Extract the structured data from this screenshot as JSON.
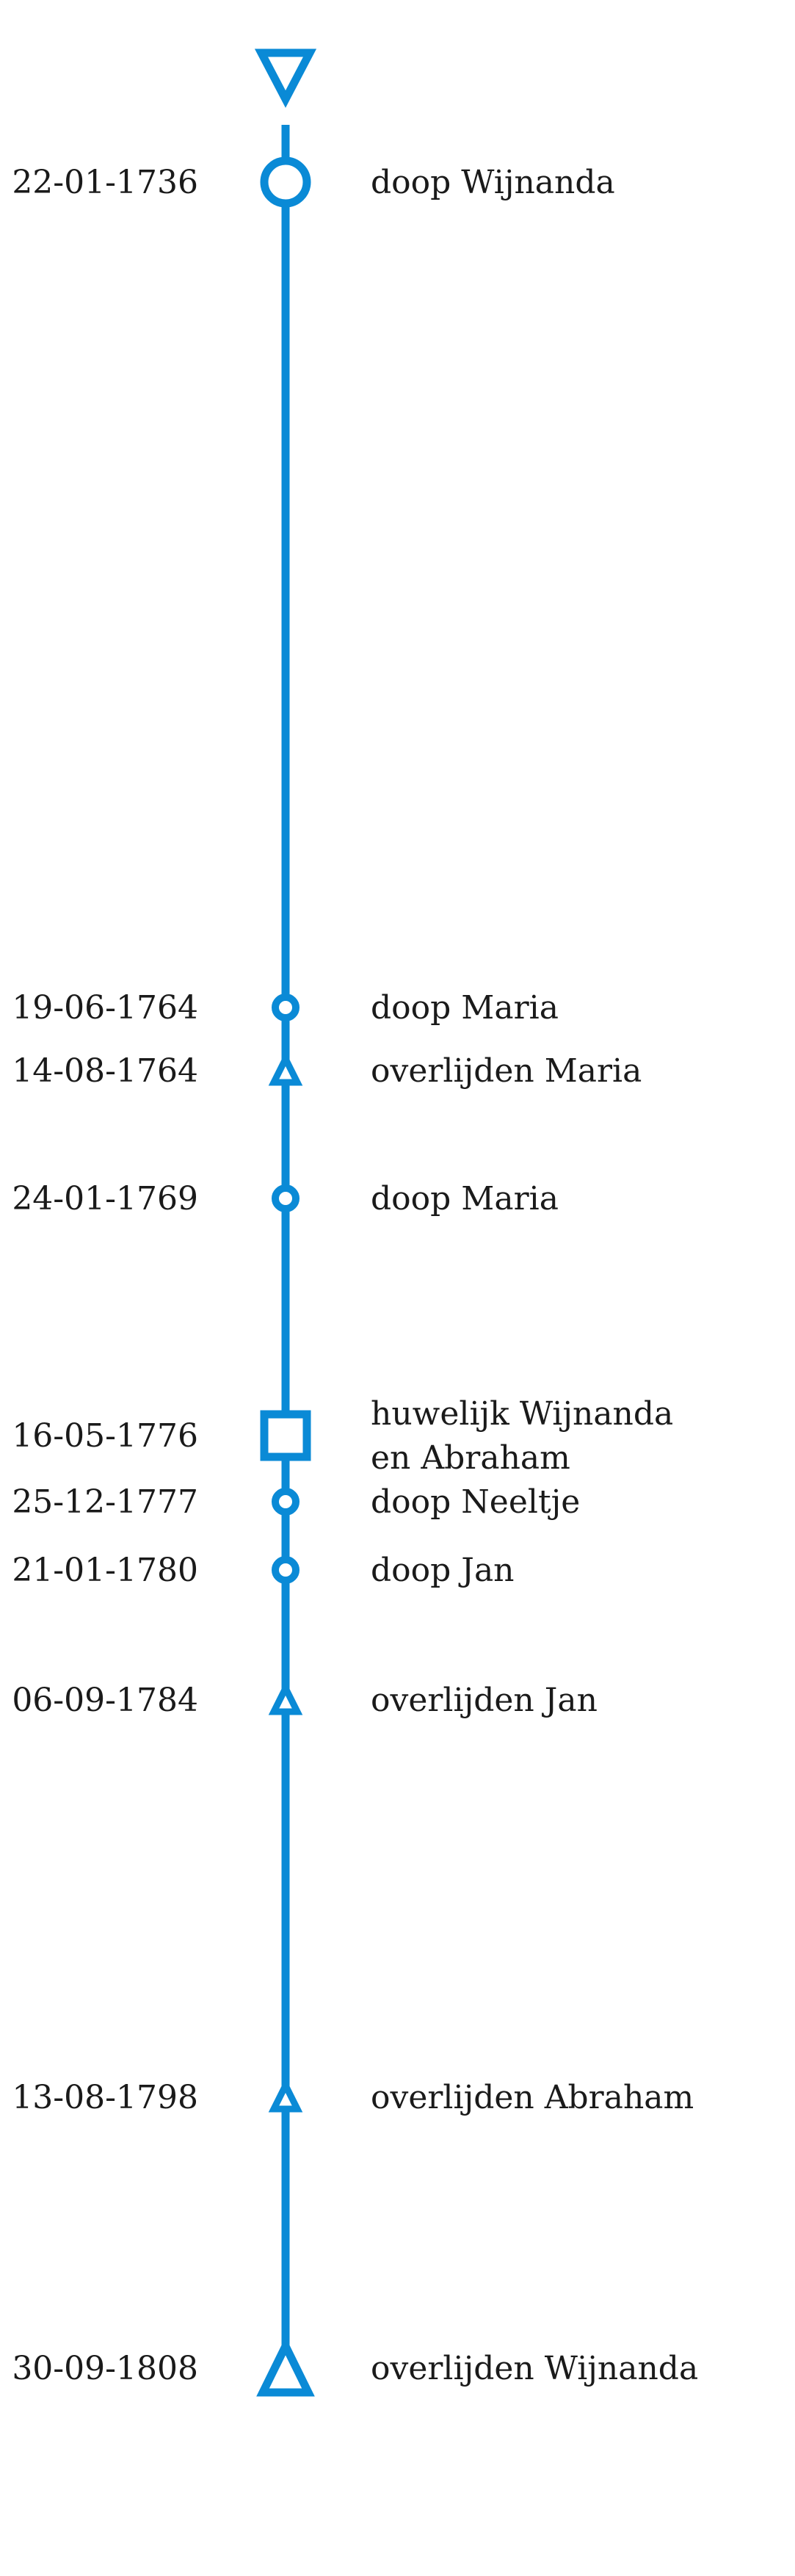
{
  "colors": {
    "accent": "#0a8ad6",
    "text": "#1a1a1a",
    "background": "#ffffff"
  },
  "start_marker": "triangle-down-icon",
  "events": [
    {
      "date": "22-01-1736",
      "label": [
        "doop Wijnanda"
      ],
      "marker": "circle-large"
    },
    {
      "date": "19-06-1764",
      "label": [
        "doop Maria"
      ],
      "marker": "circle-small"
    },
    {
      "date": "14-08-1764",
      "label": [
        "overlijden Maria"
      ],
      "marker": "triangle-small"
    },
    {
      "date": "24-01-1769",
      "label": [
        "doop Maria"
      ],
      "marker": "circle-small"
    },
    {
      "date": "16-05-1776",
      "label": [
        "huwelijk Wijnanda",
        "en Abraham"
      ],
      "marker": "square"
    },
    {
      "date": "25-12-1777",
      "label": [
        "doop Neeltje"
      ],
      "marker": "circle-small"
    },
    {
      "date": "21-01-1780",
      "label": [
        "doop Jan"
      ],
      "marker": "circle-small"
    },
    {
      "date": "06-09-1784",
      "label": [
        "overlijden Jan"
      ],
      "marker": "triangle-small"
    },
    {
      "date": "13-08-1798",
      "label": [
        "overlijden Abraham"
      ],
      "marker": "triangle-small"
    },
    {
      "date": "30-09-1808",
      "label": [
        "overlijden Wijnanda"
      ],
      "marker": "triangle-large"
    }
  ]
}
